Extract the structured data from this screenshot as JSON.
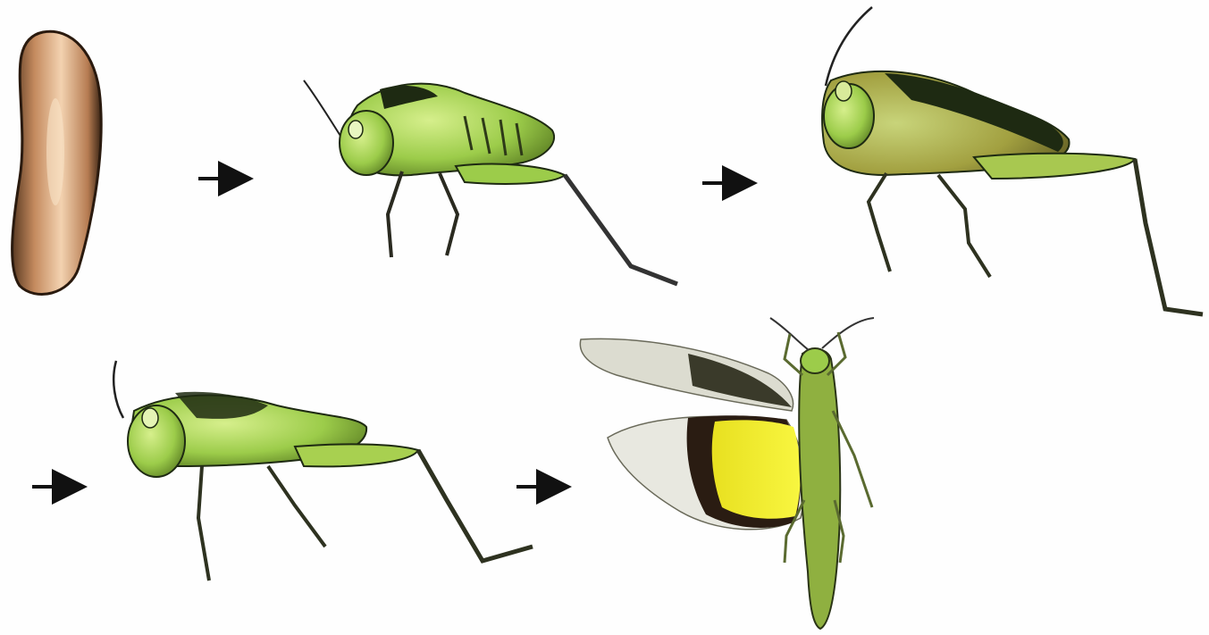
{
  "diagram": {
    "stages": [
      {
        "id": "egg",
        "icon": "egg-pod-icon"
      },
      {
        "id": "nymph-1",
        "icon": "early-nymph-icon"
      },
      {
        "id": "nymph-2",
        "icon": "mid-nymph-icon"
      },
      {
        "id": "nymph-3",
        "icon": "late-nymph-icon"
      },
      {
        "id": "adult",
        "icon": "winged-adult-icon"
      }
    ],
    "arrows": [
      {
        "from": "egg",
        "to": "nymph-1"
      },
      {
        "from": "nymph-1",
        "to": "nymph-2"
      },
      {
        "from": "nymph-2",
        "to": "nymph-3"
      },
      {
        "from": "nymph-3",
        "to": "adult"
      }
    ],
    "colors": {
      "egg": "#d9a57a",
      "body_green": "#9ccc4a",
      "dark_marking": "#1e2a12",
      "hindwing_yellow": "#f2ee1a",
      "hindwing_band": "#2a1c12",
      "arrow": "#111111"
    }
  }
}
